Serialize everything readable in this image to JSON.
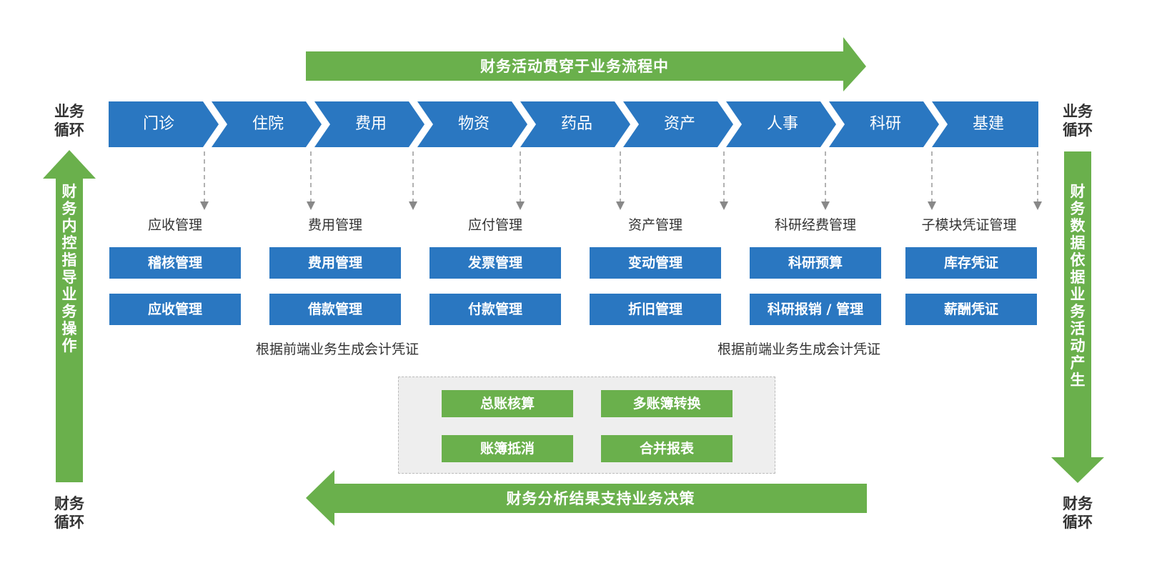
{
  "top_arrow": "财务活动贯穿于业务流程中",
  "bottom_arrow": "财务分析结果支持业务决策",
  "left_arrow": "财务内控指导业务操作",
  "right_arrow": "财务数据依据业务活动产生",
  "corners": {
    "top_left": [
      "业务",
      "循环"
    ],
    "top_right": [
      "业务",
      "循环"
    ],
    "bottom_left": [
      "财务",
      "循环"
    ],
    "bottom_right": [
      "财务",
      "循环"
    ]
  },
  "process_steps": [
    "门诊",
    "住院",
    "费用",
    "物资",
    "药品",
    "资产",
    "人事",
    "科研",
    "基建"
  ],
  "modules": [
    {
      "title": "应收管理",
      "items": [
        "稽核管理",
        "应收管理"
      ]
    },
    {
      "title": "费用管理",
      "items": [
        "费用管理",
        "借款管理"
      ]
    },
    {
      "title": "应付管理",
      "items": [
        "发票管理",
        "付款管理"
      ]
    },
    {
      "title": "资产管理",
      "items": [
        "变动管理",
        "折旧管理"
      ]
    },
    {
      "title": "科研经费管理",
      "items": [
        "科研预算",
        "科研报销 / 管理"
      ]
    },
    {
      "title": "子模块凭证管理",
      "items": [
        "库存凭证",
        "薪酬凭证"
      ]
    }
  ],
  "notes": [
    "根据前端业务生成会计凭证",
    "根据前端业务生成会计凭证"
  ],
  "ledger_items": [
    "总账核算",
    "多账簿转换",
    "账簿抵消",
    "合并报表"
  ],
  "colors": {
    "blue": "#2a77c1",
    "green": "#6ab04c",
    "gray_bg": "#eeeeee"
  }
}
